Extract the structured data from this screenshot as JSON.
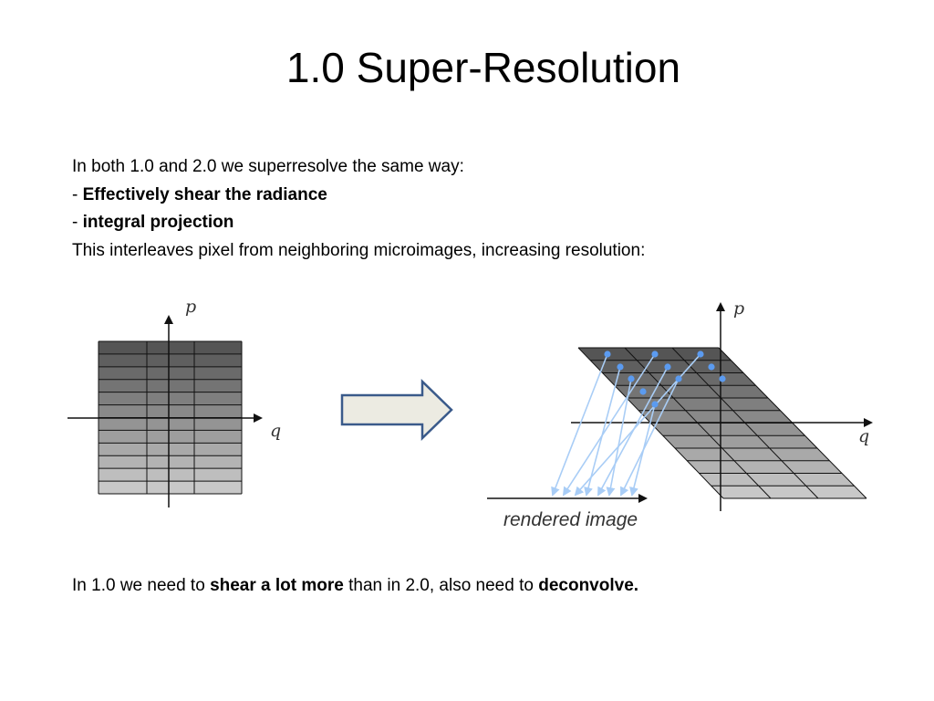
{
  "slide": {
    "title": "1.0 Super-Resolution",
    "intro": "In both 1.0 and 2.0 we superresolve the same way:",
    "bullet1_prefix": "- ",
    "bullet1_bold": "Effectively shear the radiance",
    "bullet2_prefix": "- ",
    "bullet2_bold": "integral projection",
    "line4": "This interleaves pixel from neighboring microimages, increasing resolution:",
    "footer_part1": "In 1.0 we need to ",
    "footer_bold1": "shear a lot more",
    "footer_part2": " than in 2.0, also need to ",
    "footer_bold2": "deconvolve."
  },
  "diagram": {
    "left_axis_p": "p",
    "left_axis_q": "q",
    "right_axis_p": "p",
    "right_axis_q": "q",
    "rendered_label": "rendered image",
    "colors": {
      "grid_dark": "#555555",
      "grid_light": "#c8c8c8",
      "arrow_fill": "#ecebe2",
      "arrow_stroke": "#3a5a8a",
      "ray": "#a9cdf6",
      "dot": "#5b9bf0"
    }
  }
}
